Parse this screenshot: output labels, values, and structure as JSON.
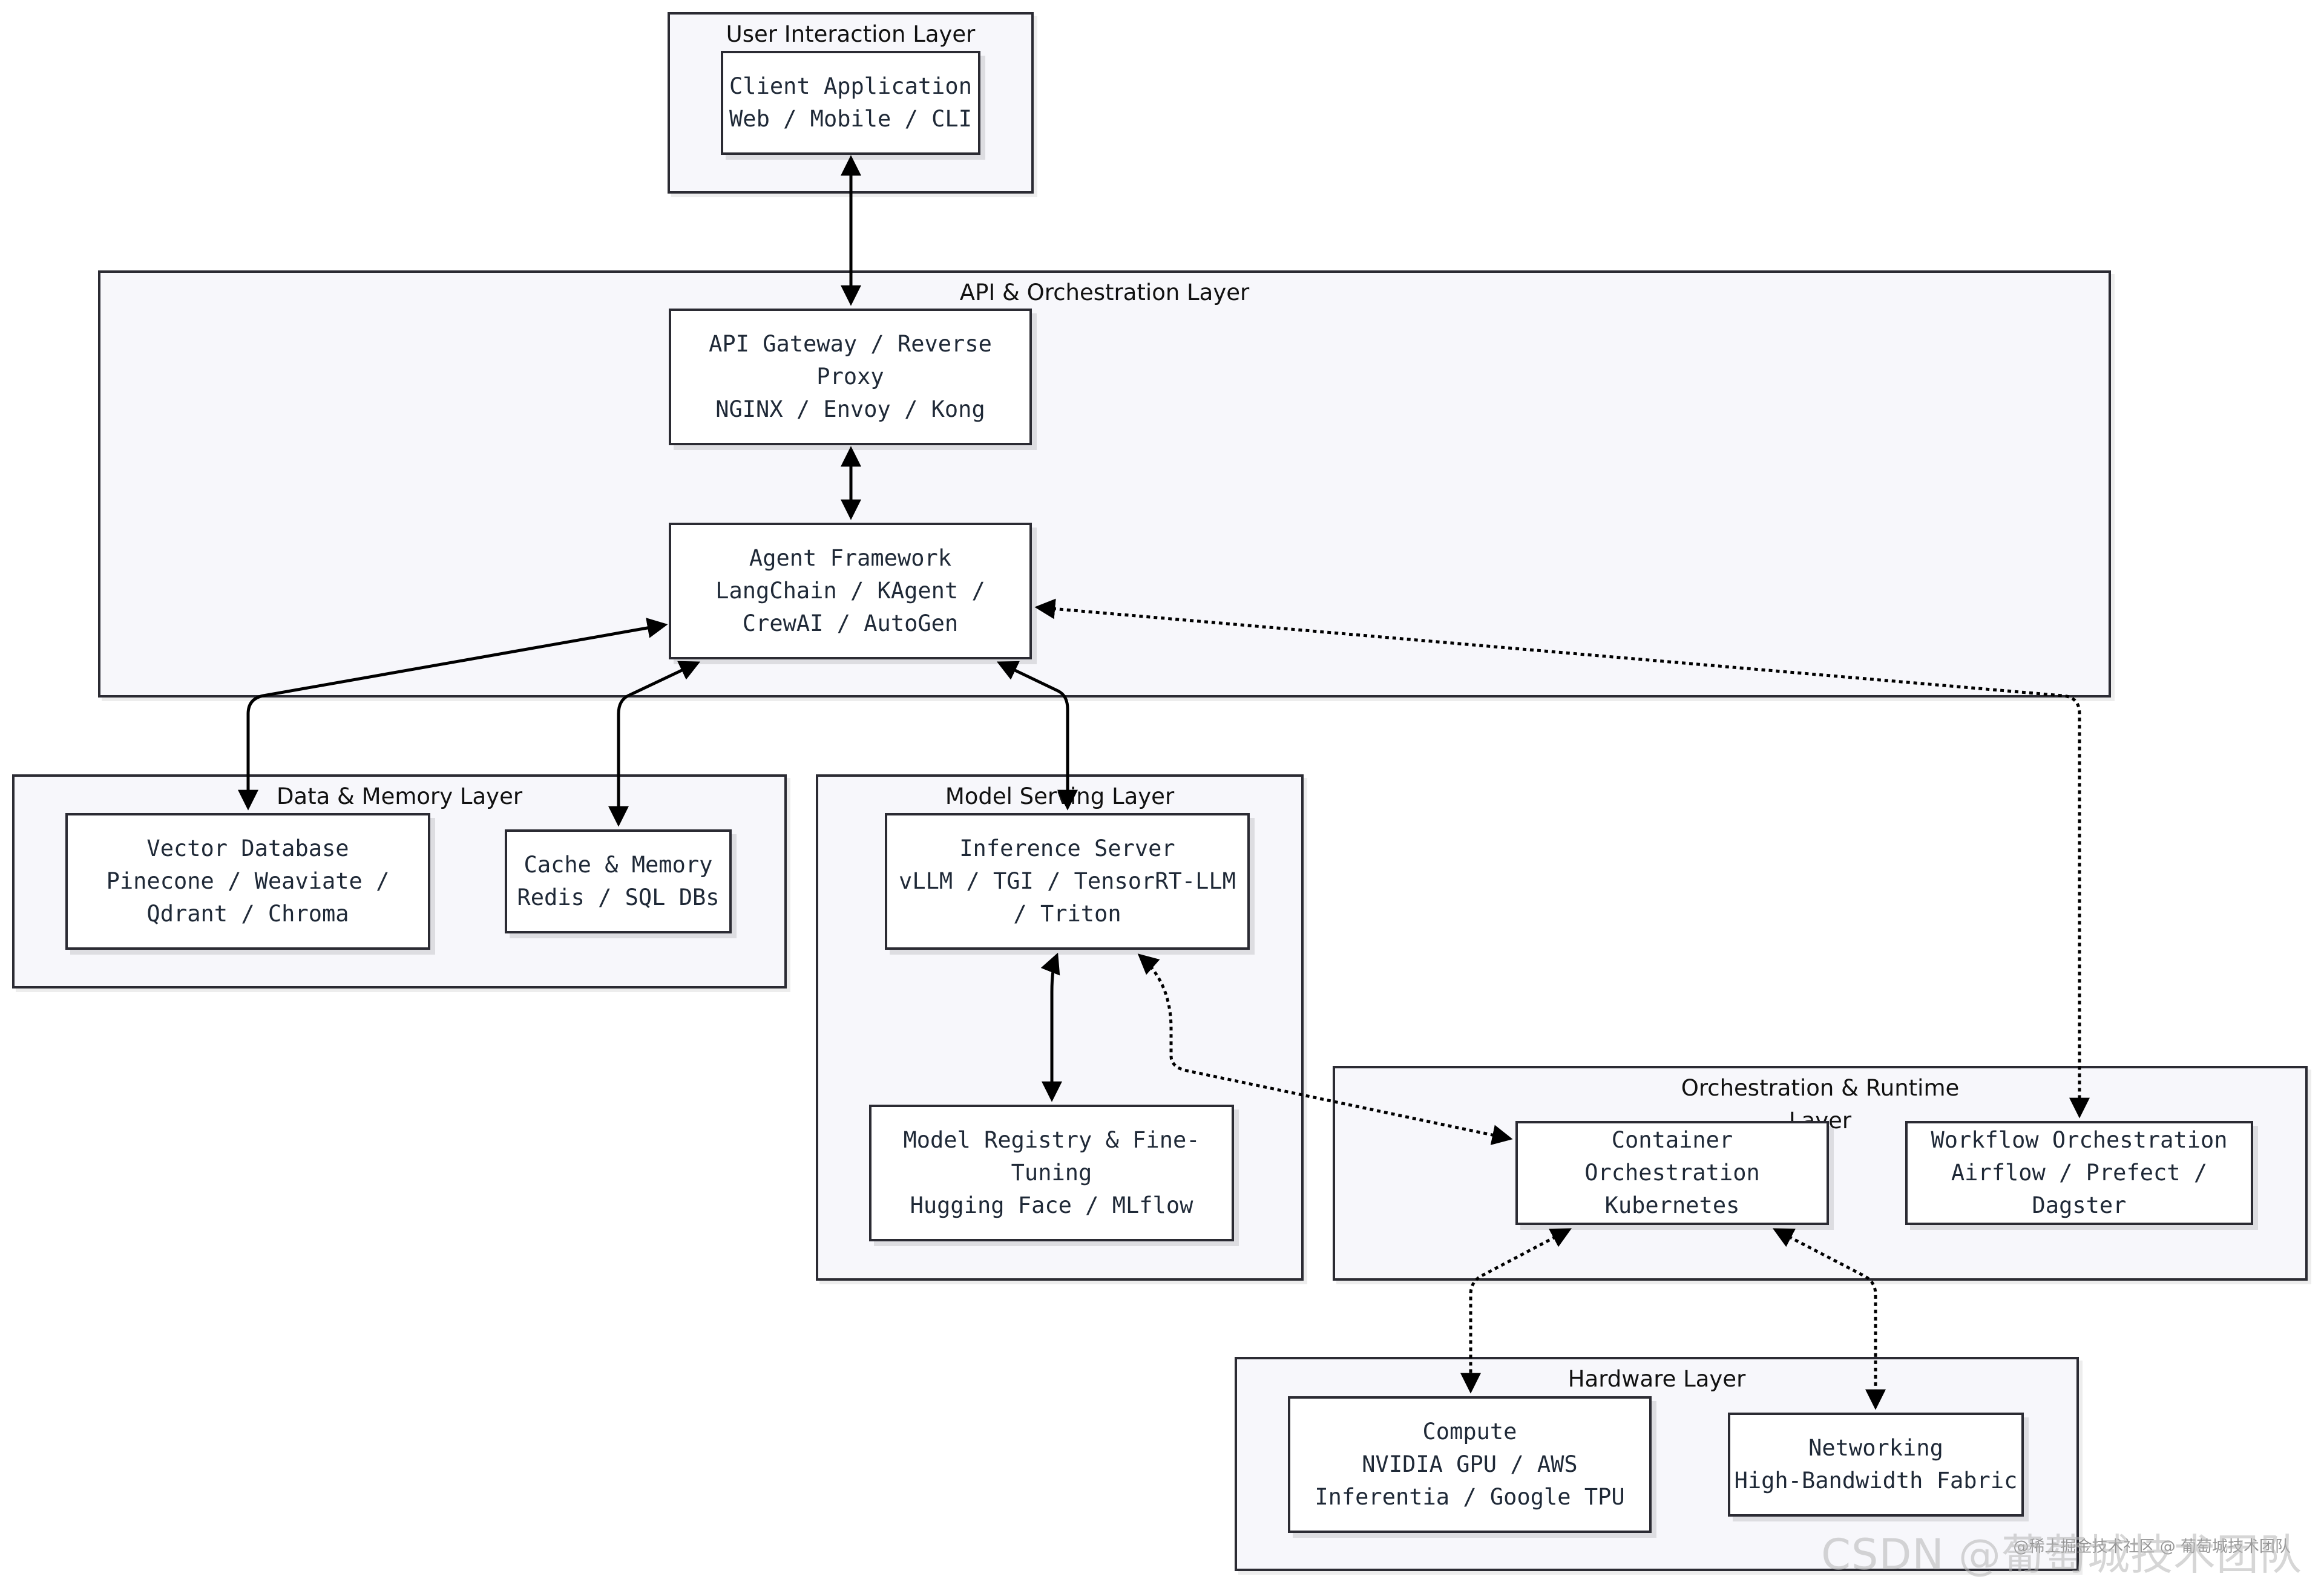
{
  "layers": {
    "user_interaction": "User Interaction Layer",
    "api_orchestration": "API & Orchestration Layer",
    "data_memory": "Data & Memory Layer",
    "model_serving": "Model Serving Layer",
    "orchestration_runtime": "Orchestration & Runtime\nLayer",
    "hardware": "Hardware Layer"
  },
  "nodes": {
    "client_app": "Client Application\nWeb / Mobile / CLI",
    "api_gateway": "API Gateway / Reverse\nProxy\nNGINX / Envoy / Kong",
    "agent_framework": "Agent Framework\nLangChain / KAgent /\nCrewAI / AutoGen",
    "vector_db": "Vector Database\nPinecone / Weaviate /\nQdrant / Chroma",
    "cache_memory": "Cache & Memory\nRedis / SQL DBs",
    "inference_server": "Inference Server\nvLLM / TGI / TensorRT-LLM\n/ Triton",
    "model_registry": "Model Registry & Fine-\nTuning\nHugging Face / MLflow",
    "container_orch": "Container Orchestration\nKubernetes",
    "workflow_orch": "Workflow Orchestration\nAirflow / Prefect / Dagster",
    "compute": "Compute\nNVIDIA GPU / AWS\nInferentia / Google TPU",
    "networking": "Networking\nHigh-Bandwidth Fabric"
  },
  "watermark": {
    "main": "CSDN @葡萄城技术团队",
    "small": "@稀土掘金技术社区 @ 葡萄城技术团队"
  },
  "colors": {
    "border": "#2b2b33",
    "layer_fill": "#f7f7fb",
    "node_fill": "#ffffff",
    "edge": "#000000"
  }
}
